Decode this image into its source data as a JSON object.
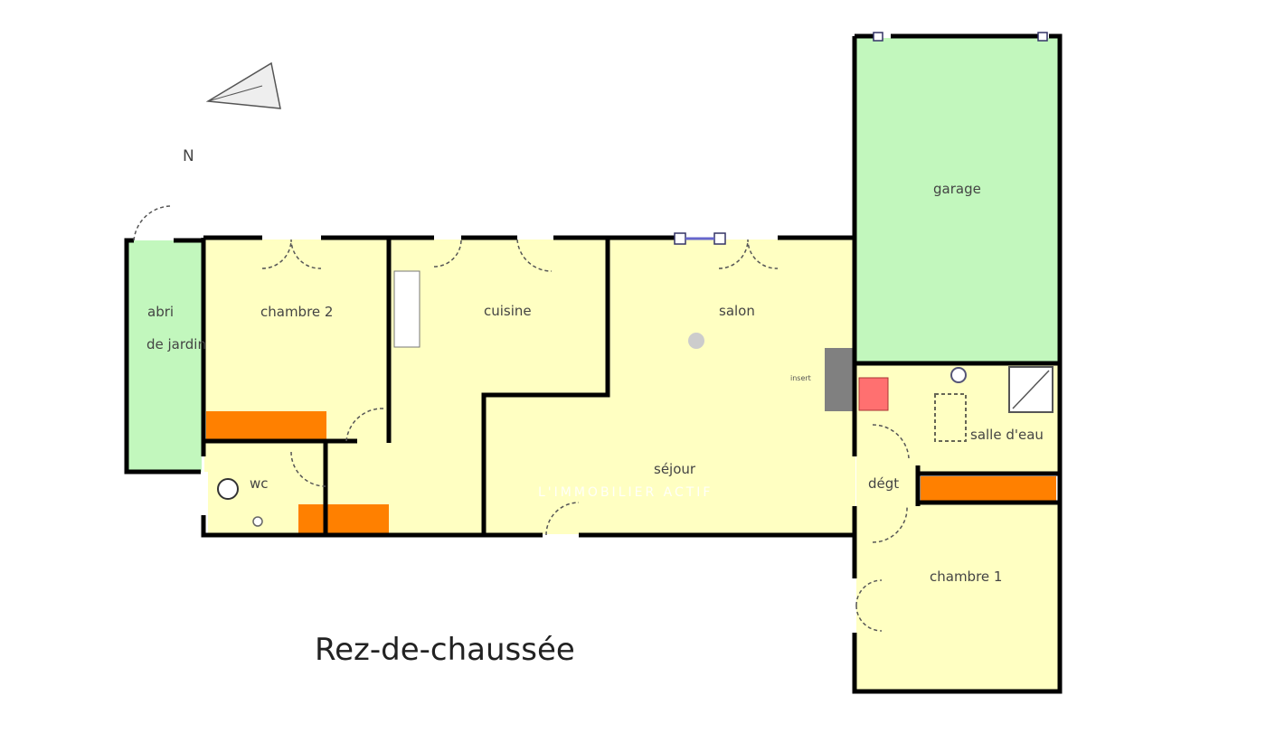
{
  "plan": {
    "title": "Rez-de-chaussée",
    "north_label": "N",
    "watermark": "L'IMMOBILIER ACTIF",
    "rooms": {
      "abri_line1": "abri",
      "abri_line2": "de jardin",
      "chambre2": "chambre 2",
      "cuisine": "cuisine",
      "salon": "salon",
      "garage": "garage",
      "sejour": "séjour",
      "salle_eau": "salle d'eau",
      "degt": "dégt",
      "wc": "wc",
      "chambre1": "chambre 1",
      "insert": "insert"
    },
    "colors": {
      "room": "#ffffc2",
      "annex": "#c2f7bd",
      "storage": "#ff8000",
      "fireplace": "#808080",
      "hearth": "#ff7070",
      "wall": "#000000"
    }
  }
}
